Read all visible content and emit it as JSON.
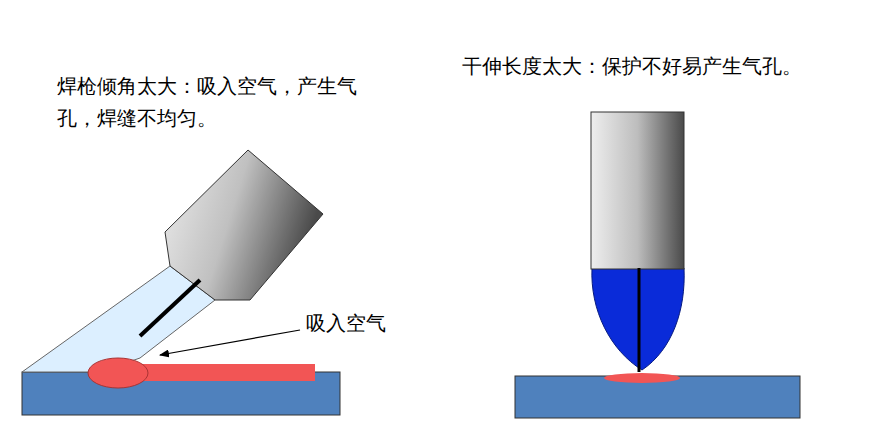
{
  "diagram": {
    "labels": [
      "焊枪倾角太大：吸入空气，产生气孔，焊缝不均匀。",
      "吸入空气",
      "干伸长度太大：保护不好易产生气孔。"
    ]
  }
}
